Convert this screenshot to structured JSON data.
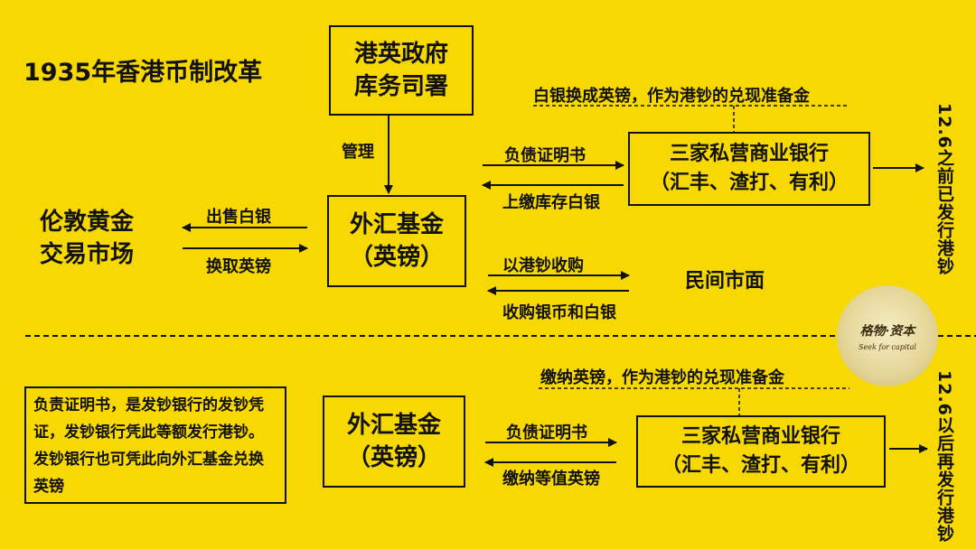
{
  "title": "1935年香港币制改革",
  "top": {
    "treasury": [
      "港英政府",
      "库务司署"
    ],
    "manage": "管理",
    "fund": [
      "外汇基金",
      "（英镑）"
    ],
    "london": [
      "伦敦黄金",
      "交易市场"
    ],
    "sell_silver": "出售白银",
    "buy_pound": "换取英镑",
    "banks": [
      "三家私营商业银行",
      "（汇丰、渣打、有利）"
    ],
    "silver_note": "白银换成英镑，作为港钞的兑现准备金",
    "cert": "负债证明书",
    "hand_silver": "上缴库存白银",
    "by_hkd": "以港钞收购",
    "market": "民间市面",
    "buy_coins": "收购银币和白银",
    "before": "12.6之前已发行港钞"
  },
  "bottom": {
    "note": "负责证明书，是发钞银行的发钞凭证，发钞银行凭此等额发行港钞。发钞银行也可凭此向外汇基金兑换英镑",
    "fund": [
      "外汇基金",
      "（英镑）"
    ],
    "pound_note": "缴纳英镑，作为港钞的兑现准备金",
    "cert": "负债证明书",
    "pay_pound": "缴纳等值英镑",
    "banks": [
      "三家私营商业银行",
      "（汇丰、渣打、有利）"
    ],
    "after": "12.6以后再发行港钞"
  },
  "seal": {
    "line1": "格物·资本",
    "line2": "Seek for capital"
  }
}
